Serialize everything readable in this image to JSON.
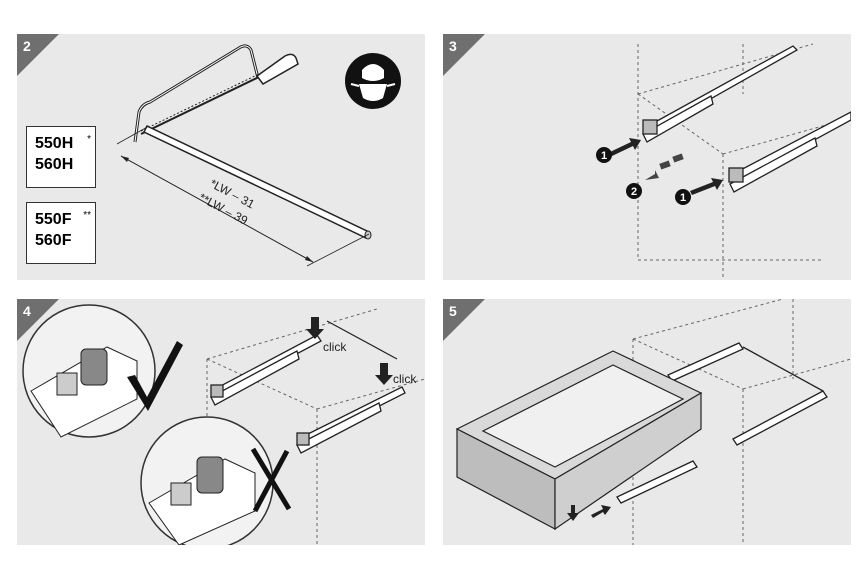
{
  "panels": [
    {
      "number": "2"
    },
    {
      "number": "3"
    },
    {
      "number": "4"
    },
    {
      "number": "5"
    }
  ],
  "step2": {
    "box1": {
      "line1": "550H",
      "line2": "560H",
      "mark": "*"
    },
    "box2": {
      "line1": "550F",
      "line2": "560F",
      "mark": "**"
    },
    "dim1": "*LW – 31",
    "dim2": "**LW – 39"
  },
  "step3": {
    "badge1": "1",
    "badge2": "2",
    "badge3": "1"
  },
  "step4": {
    "click1": "click",
    "click2": "click"
  },
  "colors": {
    "panel_bg": "#e9e9e9",
    "corner": "#6f6f6f",
    "line": "#222222",
    "dash": "#666666"
  }
}
